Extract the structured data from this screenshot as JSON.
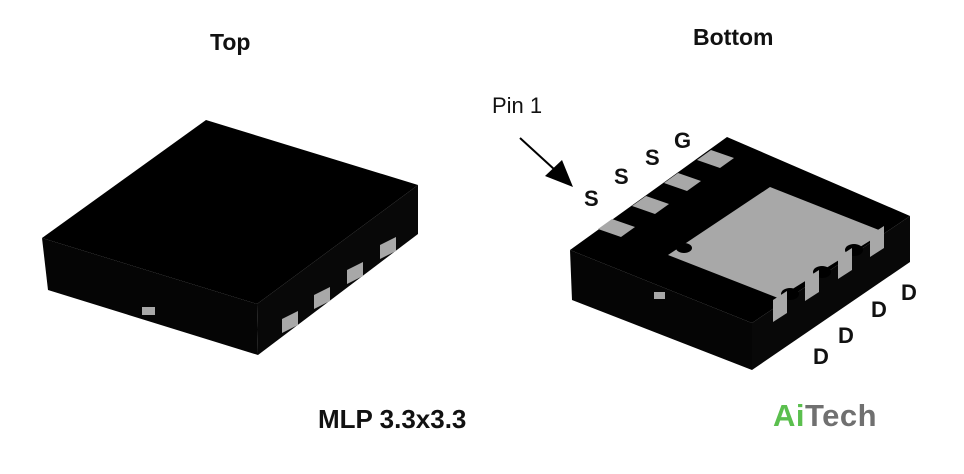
{
  "views": {
    "top": {
      "title": "Top"
    },
    "bottom": {
      "title": "Bottom"
    }
  },
  "pin1_label": "Pin 1",
  "pins": {
    "s1": "S",
    "s2": "S",
    "s3": "S",
    "g": "G",
    "d1": "D",
    "d2": "D",
    "d3": "D",
    "d4": "D"
  },
  "package_name": "MLP 3.3x3.3",
  "logo": {
    "part1": "Ai",
    "part2": "Tech"
  },
  "colors": {
    "body": "#000000",
    "body_side": "#050505",
    "pad": "#a8a8a8",
    "logo_green": "#5bbf4e",
    "logo_gray": "#707070"
  }
}
